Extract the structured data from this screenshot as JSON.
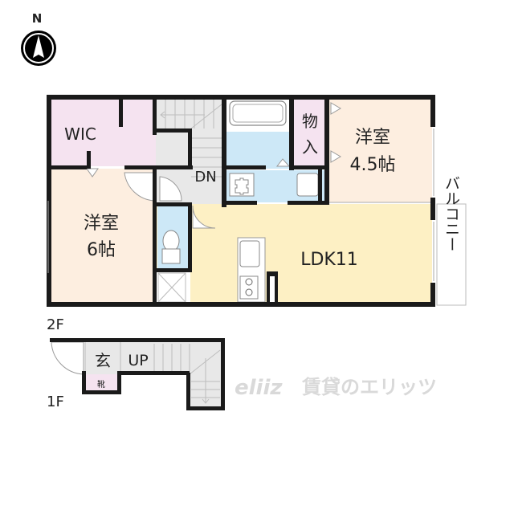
{
  "compass": {
    "label": "N",
    "icon": "north-arrow-icon"
  },
  "floors": {
    "upper": {
      "label": "2F"
    },
    "lower": {
      "label": "1F"
    }
  },
  "rooms": {
    "wic": {
      "label": "WIC",
      "color": "#f5e3f0"
    },
    "western_room_6": {
      "line1": "洋室",
      "line2": "6帖",
      "color": "#fdeee0"
    },
    "western_room_45": {
      "line1": "洋室",
      "line2": "4.5帖",
      "color": "#fdeee0"
    },
    "storage": {
      "line1": "物",
      "line2": "入",
      "color": "#f5e3f0"
    },
    "ldk": {
      "label": "LDK11",
      "color": "#fdf0c4"
    },
    "stairs_down": {
      "label": "DN",
      "color": "#e6e6e6"
    },
    "balcony": {
      "label": "バルコニー"
    },
    "bath_color": "#cde8f7",
    "entrance": {
      "label": "玄",
      "color": "#e6e6e6"
    },
    "stairs_up": {
      "label": "UP"
    },
    "shoe_box": {
      "label": "靴",
      "color": "#f5e3f0"
    }
  },
  "watermark": {
    "logo": "eliiz",
    "text": "賃貸のエリッツ"
  },
  "colors": {
    "wall": "#1a1a1a",
    "text": "#222222",
    "watermark": "#d9d9d9"
  }
}
